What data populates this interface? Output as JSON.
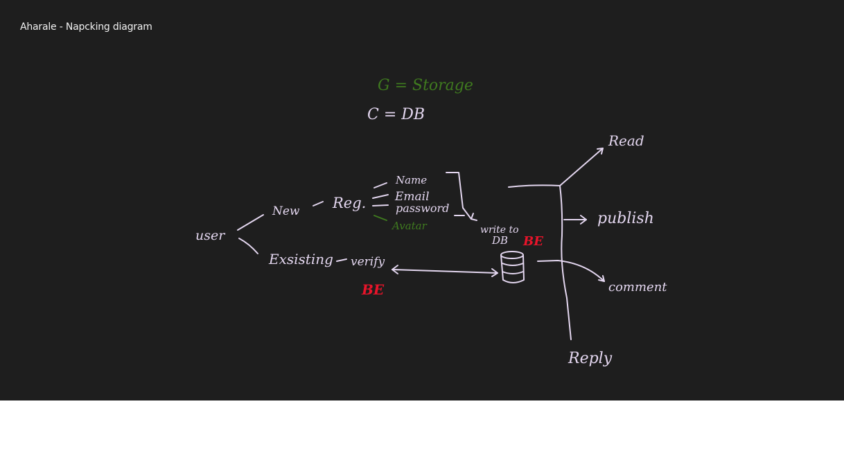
{
  "board": {
    "title": "Aharale - Napcking diagram",
    "background": "#1e1e1e"
  },
  "legend": {
    "storage": "G = Storage",
    "db": "C = DB"
  },
  "nodes": {
    "user": "user",
    "new": "New",
    "reg": "Reg.",
    "name": "Name",
    "email": "Email",
    "password": "password",
    "avatar": "Avatar",
    "existing": "Exsisting",
    "verify": "verify",
    "be_verify": "BE",
    "write_to": "write to",
    "db": "DB",
    "be_db": "BE",
    "read": "Read",
    "publish": "publish",
    "comment": "comment",
    "reply": "Reply"
  },
  "colors": {
    "ink": "#e4d7f0",
    "green": "#3f7a1f",
    "red": "#e8142a"
  }
}
